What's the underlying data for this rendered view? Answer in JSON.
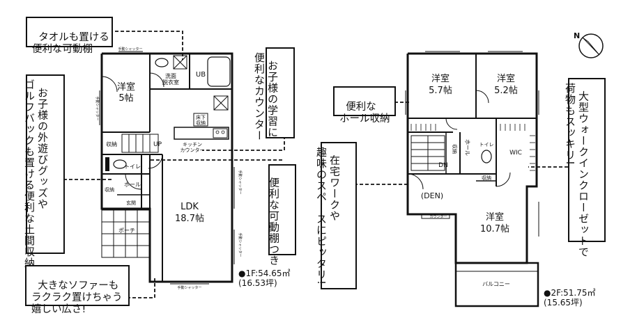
{
  "callouts": {
    "towel_shelf": "タオルも置ける\n便利な可動棚",
    "golf_storage": "お子様の外遊びグッズや\nゴルフバックも置ける便利な土間収納",
    "study_counter": "お子様の学習に\n便利なカウンター",
    "movable_shelf": "便利な可動棚つき",
    "sofa": "大きなソファーも\nラクラク置けちゃう\n嬉しい広さ!",
    "hall_storage": "便利な\nホール収納",
    "den": "在宅ワークや\n趣味のスペースにピッタリ!",
    "wic": "大型ウォークインクローゼットで\n荷物もスッキリ!"
  },
  "floor1": {
    "bedroom": {
      "name": "洋室",
      "size": "5帖"
    },
    "washroom": "洗面\n脱衣室",
    "bath": "UB",
    "storage_pantry": "床下\n収納",
    "kitchen_counter": "キッチン\nカウンター",
    "storage": "収納",
    "up": "UP",
    "toilet": "トイレ",
    "hall": "ホール",
    "entrance": "玄関",
    "shoe_storage": "収納",
    "porch": "ポーチ",
    "ldk": {
      "name": "LDK",
      "size": "18.7帖"
    },
    "shutter": "手動シャッター",
    "area": "●1F:54.65㎡\n(16.53坪)"
  },
  "floor2": {
    "bedroom_a": {
      "name": "洋室",
      "size": "5.7帖"
    },
    "bedroom_b": {
      "name": "洋室",
      "size": "5.2帖"
    },
    "bedroom_c": {
      "name": "洋室",
      "size": "10.7帖"
    },
    "storage": "収納",
    "hall": "ホール",
    "dn": "DN",
    "toilet": "トイレ",
    "wic": "WIC",
    "den": "(DEN)",
    "counter": "カウンター",
    "balcony": "バルコニー",
    "area": "●2F:51.75㎡\n(15.65坪)"
  },
  "compass": {
    "label": "N"
  }
}
